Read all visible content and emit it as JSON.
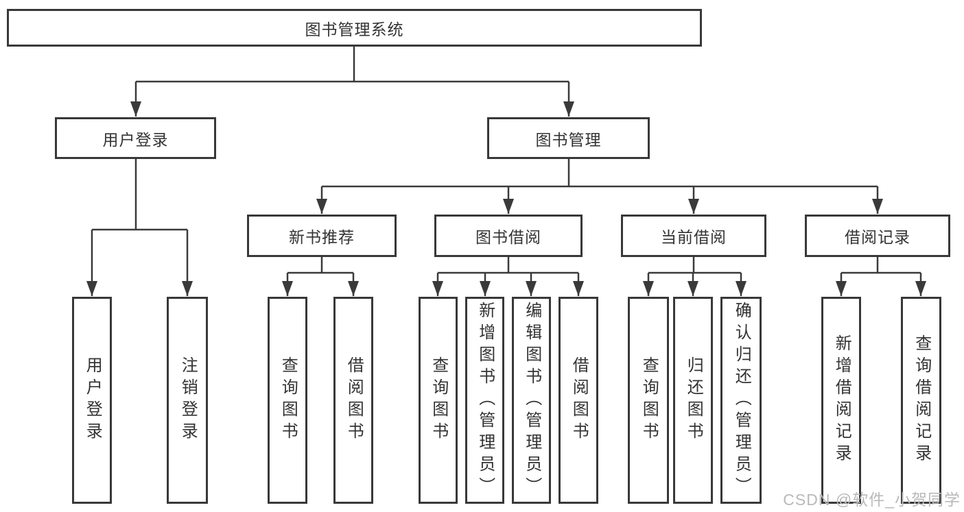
{
  "diagram": {
    "root": "图书管理系统",
    "branches": [
      {
        "label": "用户登录",
        "children": [
          "用户登录",
          "注销登录"
        ]
      },
      {
        "label": "图书管理",
        "children": [
          {
            "label": "新书推荐",
            "children": [
              "查询图书",
              "借阅图书"
            ]
          },
          {
            "label": "图书借阅",
            "children": [
              "查询图书",
              "新增图书（管理员）",
              "编辑图书（管理员）",
              "借阅图书"
            ]
          },
          {
            "label": "当前借阅",
            "children": [
              "查询图书",
              "归还图书",
              "确认归还（管理员）"
            ]
          },
          {
            "label": "借阅记录",
            "children": [
              "新增借阅记录",
              "查询借阅记录"
            ]
          }
        ]
      }
    ]
  },
  "watermark": "CSDN @软件_小贺同学",
  "colors": {
    "line": "#3a3a3a",
    "box_border": "#383838",
    "text": "#333333",
    "watermark": "#b9b9b9",
    "background": "#ffffff"
  }
}
